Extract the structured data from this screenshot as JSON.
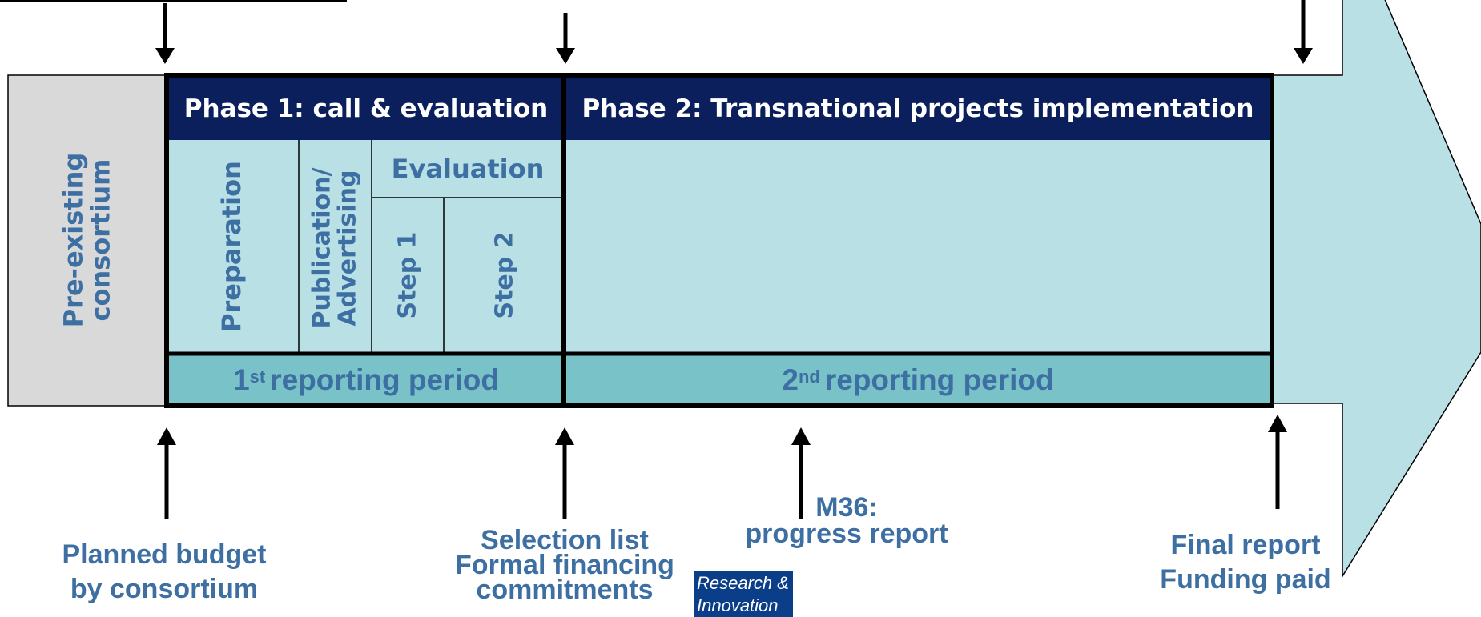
{
  "pre_existing": "Pre-existing\nconsortium",
  "phase1": {
    "header": "Phase 1: call & evaluation"
  },
  "phase2": {
    "header": "Phase 2: Transnational projects implementation"
  },
  "stages": {
    "preparation": "Preparation",
    "publication": "Publication/\nAdvertising",
    "evaluation": "Evaluation",
    "step1": "Step 1",
    "step2": "Step 2"
  },
  "reporting": {
    "first": {
      "sup": "st",
      "num": "1",
      "text": "reporting period"
    },
    "second": {
      "sup": "nd",
      "num": "2",
      "text": "reporting period"
    }
  },
  "milestones": {
    "budget": "Planned budget\nby consortium",
    "selection": "Selection list\nFormal financing\ncommitments",
    "m36": "M36:\nprogress report",
    "final": "Final report\nFunding paid"
  },
  "badge": "Research &\nInnovation",
  "colors": {
    "navy": "#0a1f5c",
    "light_teal": "#b9e0e4",
    "mid_teal": "#78c2c8",
    "gray": "#d9d9d9",
    "text_blue": "#3d6fa3",
    "badge_blue": "#0b3e88"
  }
}
